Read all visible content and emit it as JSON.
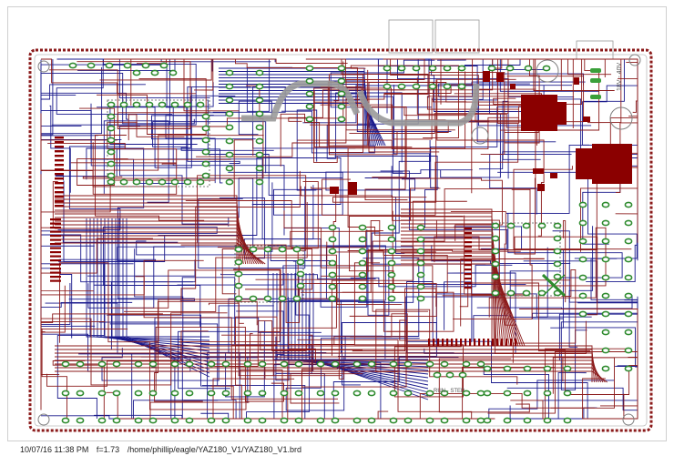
{
  "footer": {
    "datetime": "10/07/16 11:38 PM",
    "zoom": "f=1.73",
    "path": "/home/phillip/eagle/YAZ180_V1/YAZ180_V1.brd"
  },
  "board_labels": {
    "voltage": "18V - 40V",
    "run_step": "RUN - STEP"
  },
  "colors": {
    "top_trace": "#8b1a1a",
    "bottom_trace": "#1a1a8c",
    "pad": "#2e8b2e",
    "smd_pad": "#8b0000",
    "silk": "#808080",
    "bus": "#9a9a9a",
    "edge": "#8b1a1a"
  }
}
